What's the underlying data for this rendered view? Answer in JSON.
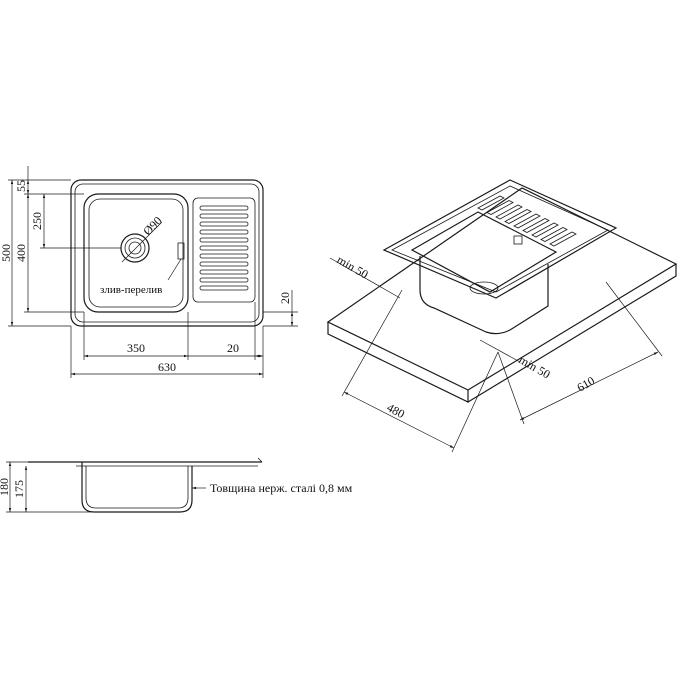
{
  "top_view": {
    "dim_overall_width": "630",
    "dim_bowl_width": "350",
    "dim_right_offset": "20",
    "dim_overall_depth": "500",
    "dim_bowl_depth": "400",
    "dim_drain_offset": "250",
    "dim_top_offset": "55",
    "dim_side_margin": "20",
    "drain_diameter": "Ø90",
    "overflow_label": "злив-перелив"
  },
  "side_view": {
    "dim_total_height": "180",
    "dim_bowl_height": "175",
    "thickness_note": "Товщина нерж. сталі 0,8 мм"
  },
  "iso_view": {
    "dim_min_left": "min 50",
    "dim_min_bottom": "min 50",
    "dim_cabinet_depth": "480",
    "dim_cabinet_width": "610"
  }
}
